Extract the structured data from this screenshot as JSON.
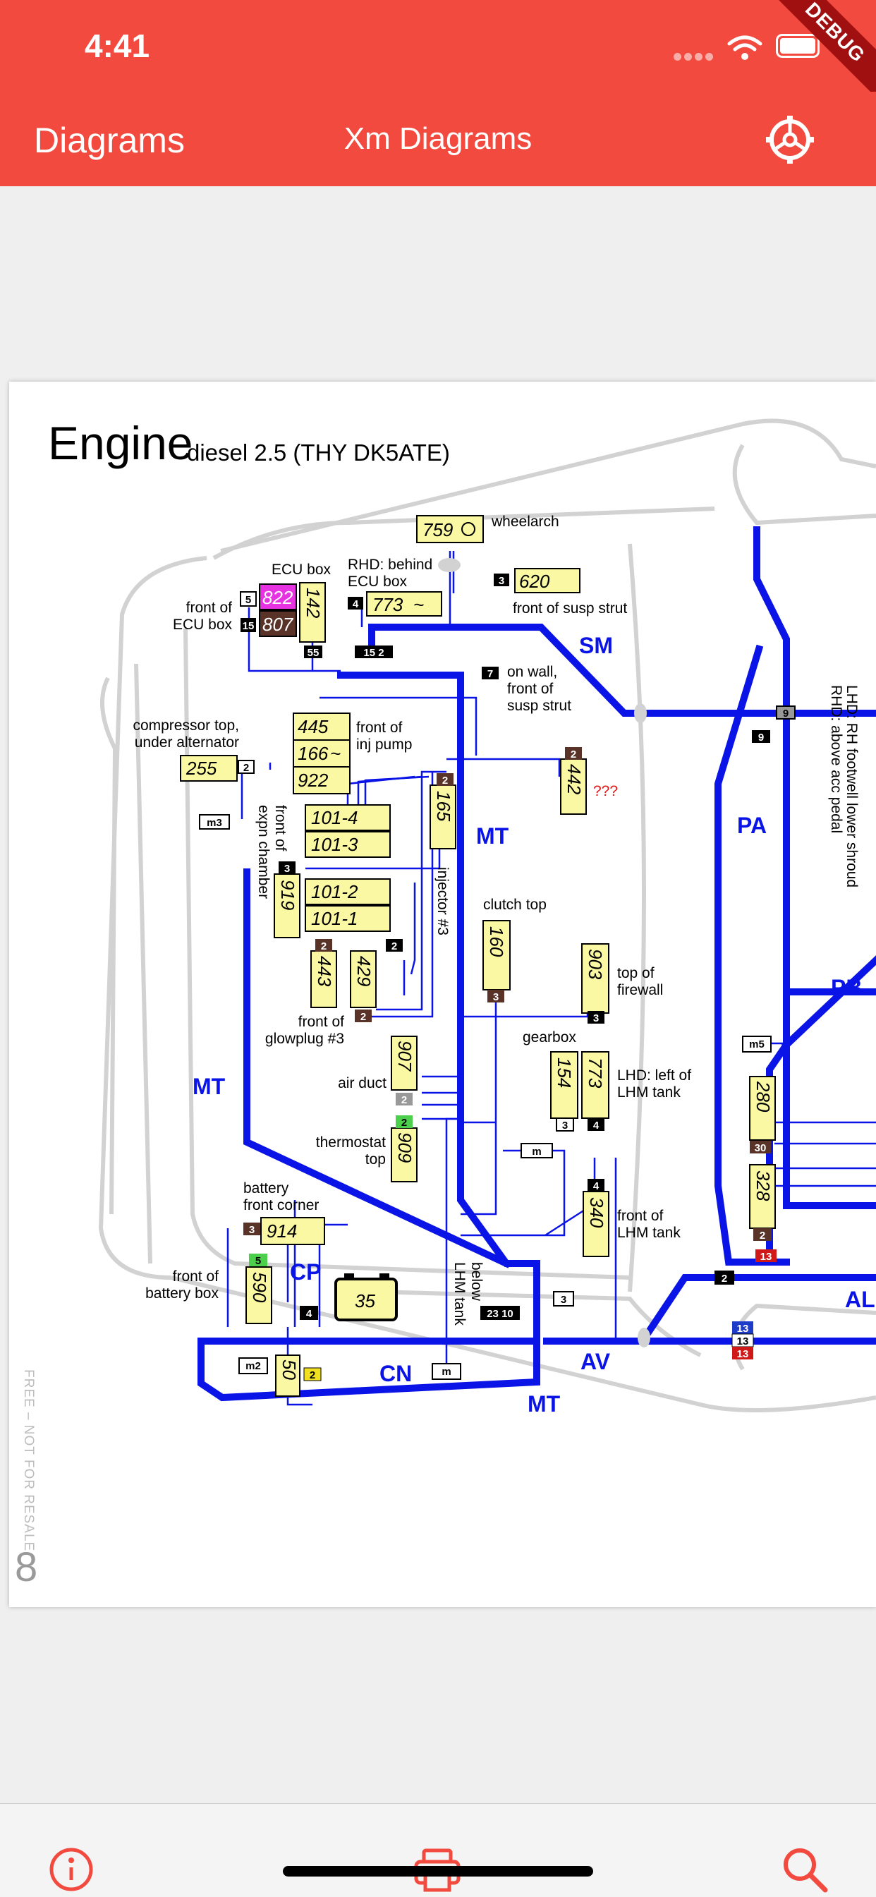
{
  "status_bar": {
    "time": "4:41",
    "debug_banner": "DEBUG"
  },
  "nav": {
    "back_label": "Diagrams",
    "title": "Xm Diagrams",
    "settings_icon": "gear-icon"
  },
  "diagram": {
    "title": "Engine",
    "subtitle": "diesel 2.5 (THY DK5ATE)",
    "page_number": "8",
    "watermark": "FREE – NOT FOR RESALE",
    "harness_labels": {
      "sm": "SM",
      "mt1": "MT",
      "mt2": "MT",
      "mt3": "MT",
      "pa": "PA",
      "pb": "PB",
      "cp": "CP",
      "cn": "CN",
      "av": "AV",
      "al": "AL"
    },
    "components": {
      "c759": "759",
      "c620": "620",
      "c773a": "773",
      "c822": "822",
      "c142": "142",
      "c807": "807",
      "c445": "445",
      "c166": "166",
      "c922": "922",
      "c255": "255",
      "c442": "442",
      "c165": "165",
      "c101_4": "101-4",
      "c101_3": "101-3",
      "c101_2": "101-2",
      "c101_1": "101-1",
      "c919": "919",
      "c443": "443",
      "c429": "429",
      "c160": "160",
      "c903": "903",
      "c154": "154",
      "c773b": "773",
      "c907": "907",
      "c909": "909",
      "c340": "340",
      "c280": "280",
      "c328": "328",
      "c914": "914",
      "c590": "590",
      "c35": "35",
      "c50": "50"
    },
    "connectors": {
      "k5": "5",
      "k15a": "15",
      "k55": "55",
      "k4a": "4",
      "k3a": "3",
      "k15_2": "15  2",
      "k7": "7",
      "k2a": "2",
      "k2b": "2",
      "m3": "m3",
      "k3b": "3",
      "k2c": "2",
      "k2d": "2",
      "k2e": "2",
      "k3c": "3",
      "k3d": "3",
      "k2f": "2",
      "k3e": "3",
      "k4b": "4",
      "k4c": "4",
      "k2g": "2",
      "m": "m",
      "k3f": "3",
      "k3g": "3",
      "k5b": "5",
      "k4d": "4",
      "k23_10": "23 10",
      "m2": "m2",
      "k2h": "2",
      "km": "m",
      "k9a": "9",
      "k9b": "9",
      "m5": "m5",
      "k30": "30",
      "k2i": "2",
      "k13a": "13",
      "k2j": "2",
      "k13b": "13",
      "k13c": "13",
      "k13d": "13"
    },
    "annotations": {
      "wheelarch": "wheelarch",
      "ecu_box": "ECU box",
      "rhd_behind_1": "RHD: behind",
      "rhd_behind_2": "ECU box",
      "front_ecu_1": "front of",
      "front_ecu_2": "ECU box",
      "front_susp": "front of susp strut",
      "on_wall_1": "on wall,",
      "on_wall_2": "front of",
      "on_wall_3": "susp strut",
      "compressor_1": "compressor top,",
      "compressor_2": "under alternator",
      "front_inj_1": "front of",
      "front_inj_2": "inj pump",
      "qqq": "???",
      "front_expn_1": "front of",
      "front_expn_2": "expn chamber",
      "injector3": "injector #3",
      "lhd_rh_1": "LHD: RH footwell lower shroud",
      "lhd_rh_2": "RHD: above acc pedal",
      "clutch_top": "clutch top",
      "top_fw_1": "top of",
      "top_fw_2": "firewall",
      "front_glow_1": "front of",
      "front_glow_2": "glowplug #3",
      "gearbox": "gearbox",
      "lhd_left_1": "LHD: left of",
      "lhd_left_2": "LHM tank",
      "air_duct": "air duct",
      "thermo_1": "thermostat",
      "thermo_2": "top",
      "battery_fc_1": "battery",
      "battery_fc_2": "front corner",
      "front_lhm_1": "front of",
      "front_lhm_2": "LHM tank",
      "front_batt_1": "front of",
      "front_batt_2": "battery box",
      "below_lhm_1": "below",
      "below_lhm_2": "LHM tank"
    }
  },
  "tab_bar": {
    "info_icon": "info-icon",
    "print_icon": "print-icon",
    "search_icon": "search-icon"
  },
  "colors": {
    "brand_red": "#f24a3f",
    "wire_blue": "#0a14e6",
    "label_yellow": "#fbf8a4",
    "car_outline": "#d2d2d2"
  }
}
